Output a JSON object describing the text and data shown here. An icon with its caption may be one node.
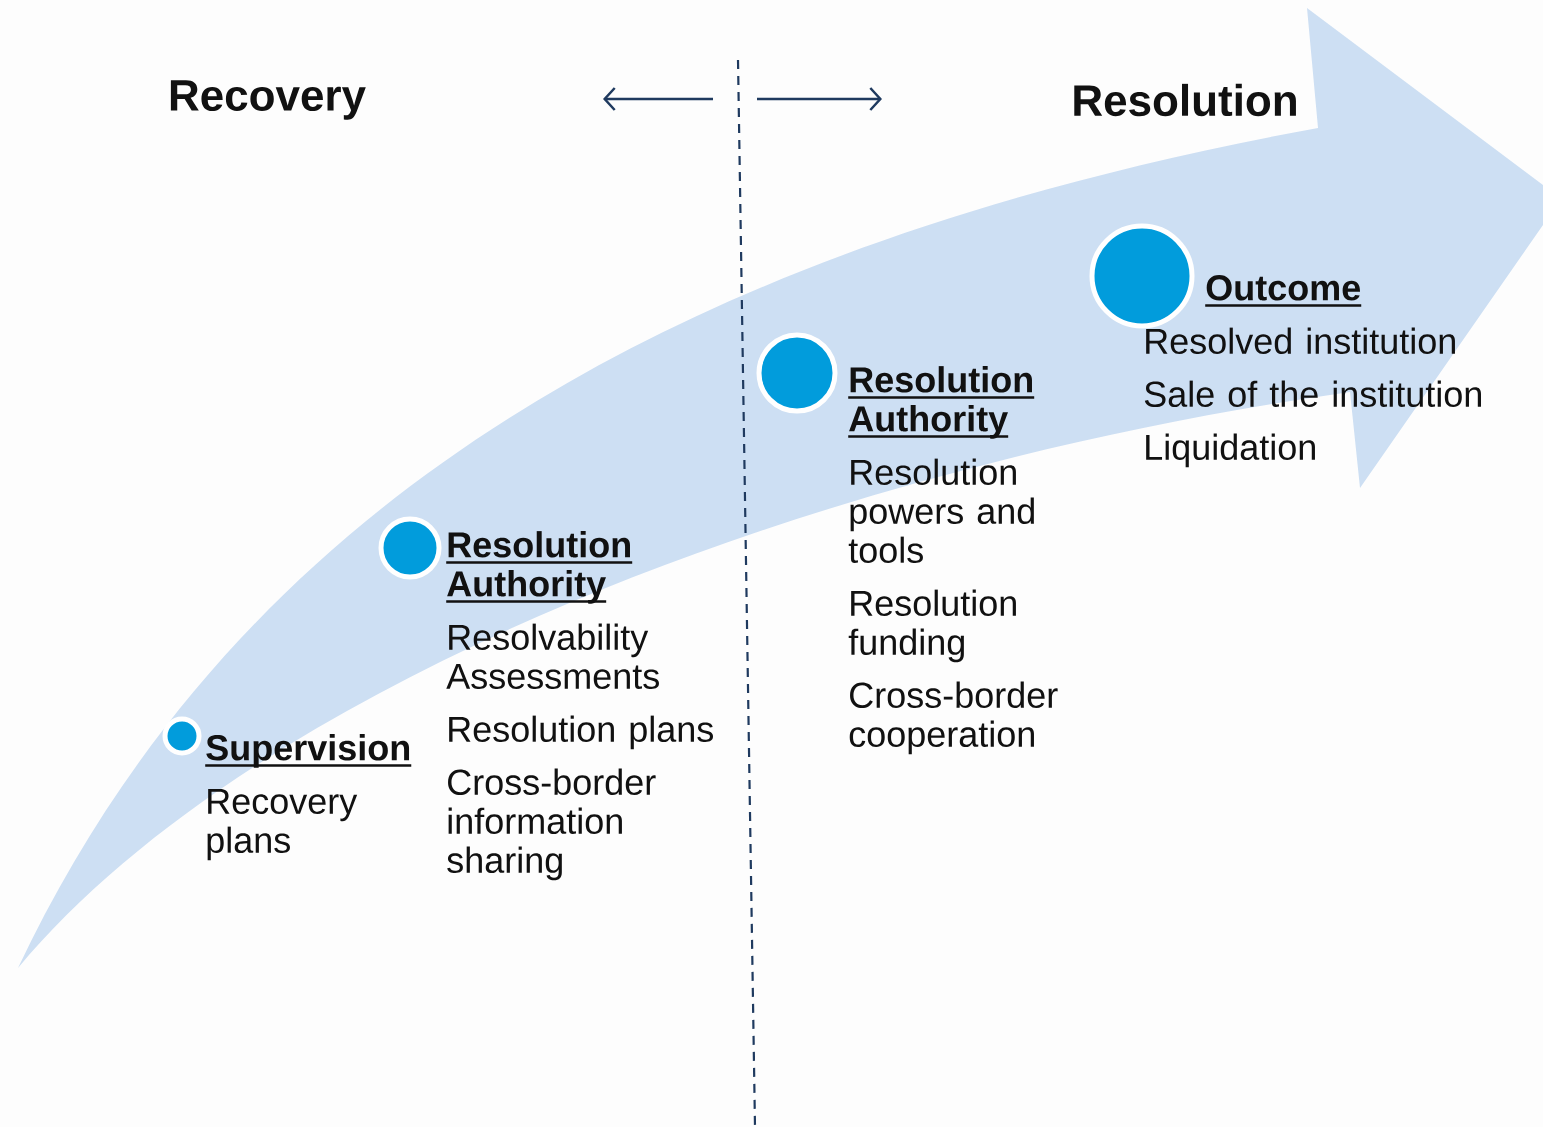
{
  "diagram": {
    "nodes": [
      {
        "text": [
          "Supervision",
          "Recovery plans"
        ]
      },
      {
        "text": [
          "Resolution Authority",
          "Resolvability Assessments",
          "Resolution plans",
          "Cross-border information sharing"
        ]
      },
      {
        "text": [
          "Resolution Authority",
          "Resolution powers and tools",
          "Resolution funding",
          "Cross-border cooperation"
        ]
      },
      {
        "text": [
          "Outcome",
          "Resolved institution",
          "Sale of the institution",
          "Liquidation"
        ]
      },
      {
        "text": [],
        "shape": "circle"
      },
      {
        "text": [],
        "shape": "circle"
      },
      {
        "text": [],
        "shape": "circle"
      },
      {
        "text": [],
        "shape": "circle"
      }
    ],
    "labels": [
      "Recovery",
      "Resolution"
    ]
  }
}
